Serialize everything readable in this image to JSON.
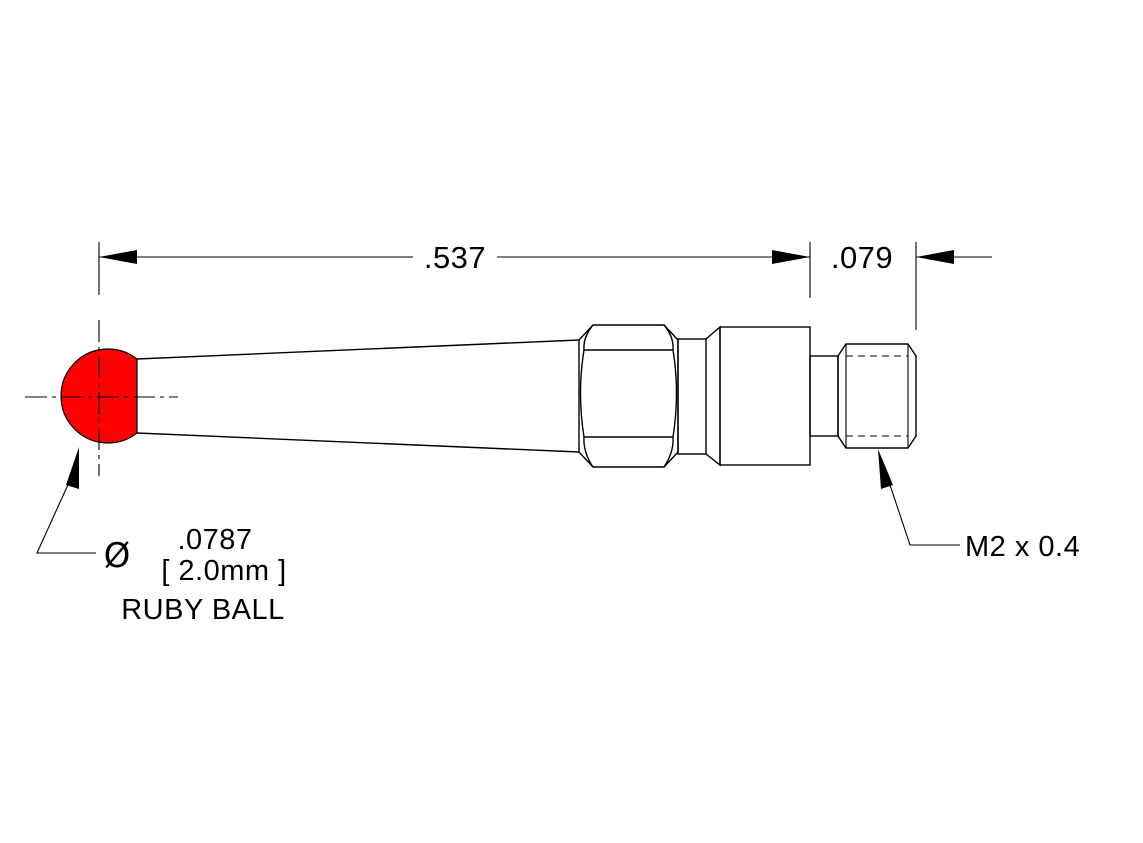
{
  "dimensions": {
    "overall_length": ".537",
    "thread_length": ".079"
  },
  "ball": {
    "diameter_symbol": "Ø",
    "diameter_in": ".0787",
    "diameter_mm": "[ 2.0mm ]",
    "material": "RUBY BALL",
    "color": "#ff0000"
  },
  "thread": {
    "spec": "M2 x 0.4"
  },
  "colors": {
    "line": "#000000",
    "background": "#ffffff"
  }
}
